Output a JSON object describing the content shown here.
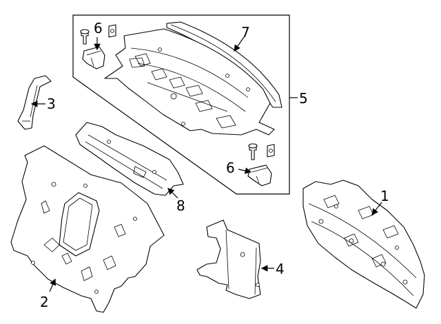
{
  "callouts": {
    "c1": "1",
    "c2": "2",
    "c3": "3",
    "c4": "4",
    "c5": "5",
    "c6a": "6",
    "c6b": "6",
    "c7": "7",
    "c8": "8"
  },
  "colors": {
    "line": "#000000",
    "background": "#ffffff"
  }
}
